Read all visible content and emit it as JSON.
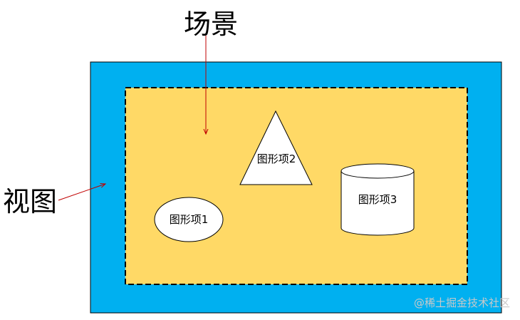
{
  "labels": {
    "scene": "场景",
    "view": "视图"
  },
  "items": [
    {
      "label": "图形项1",
      "shape": "ellipse"
    },
    {
      "label": "图形项2",
      "shape": "triangle"
    },
    {
      "label": "图形项3",
      "shape": "cylinder"
    }
  ],
  "watermark": "@稀土掘金技术社区",
  "colors": {
    "view_fill": "#00b0f0",
    "scene_fill": "#ffd966",
    "arrow": "#c00000",
    "shape_fill": "#ffffff",
    "outline": "#000000"
  }
}
